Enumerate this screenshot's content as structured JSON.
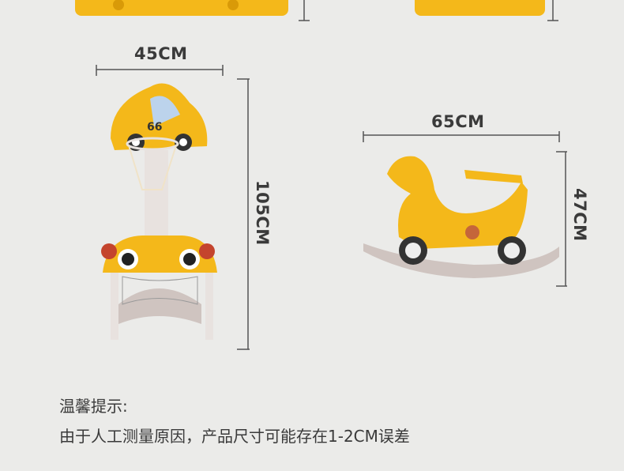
{
  "dimensions": {
    "stand_width": "45CM",
    "stand_height": "105CM",
    "horse_length": "65CM",
    "horse_height": "47CM"
  },
  "tip": {
    "title": "温馨提示:",
    "text": "由于人工测量原因，产品尺寸可能存在1-2CM误差"
  },
  "decal_text": "66",
  "colors": {
    "yellow": "#f4b81a",
    "gray": "#c9c1bd",
    "background": "#ebebe9"
  }
}
